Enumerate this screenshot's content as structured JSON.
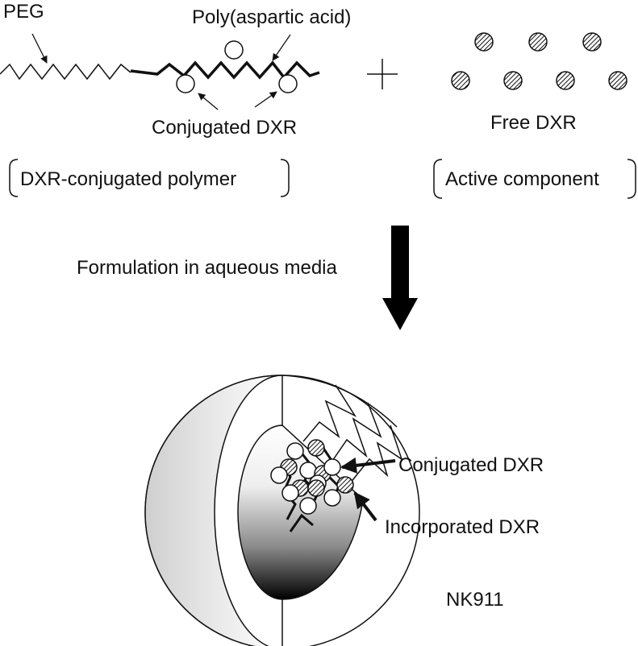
{
  "polymer": {
    "peg_label": "PEG",
    "polyasp_label": "Poly(aspartic acid)",
    "conjugated_label": "Conjugated DXR",
    "bracket_label": "DXR-conjugated polymer"
  },
  "free": {
    "free_label": "Free DXR",
    "bracket_label": "Active component"
  },
  "process": {
    "formulation_label": "Formulation in aqueous media"
  },
  "micelle": {
    "conjugated_label": "Conjugated DXR",
    "incorporated_label": "Incorporated DXR",
    "name": "NK911"
  }
}
